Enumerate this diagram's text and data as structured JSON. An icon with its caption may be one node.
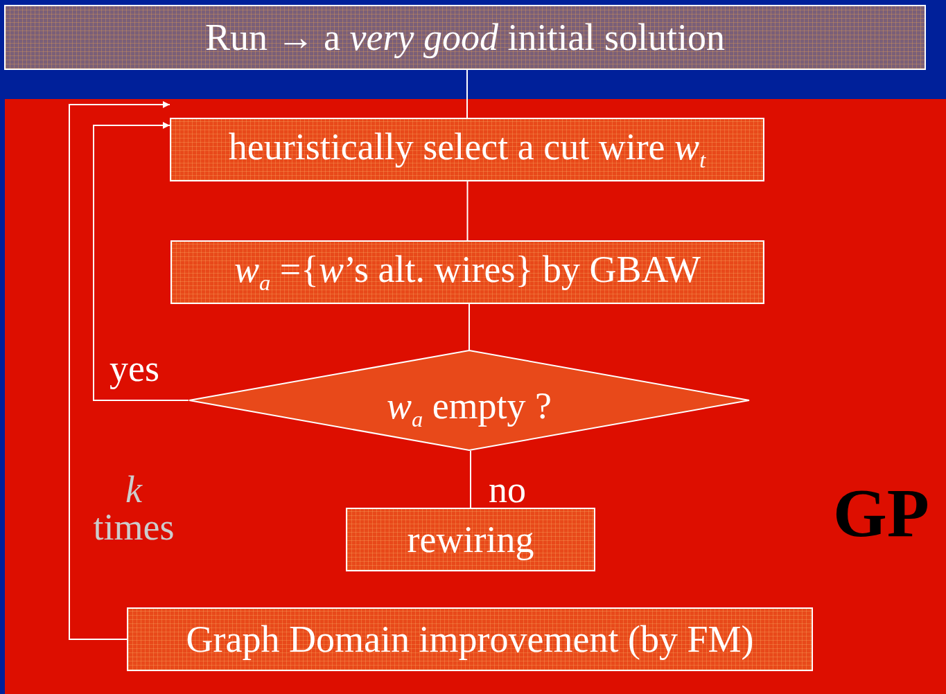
{
  "diagram": {
    "nodes": [
      {
        "text": [
          "Run → a *very good* initial solution"
        ]
      },
      {
        "text": [
          "GP"
        ]
      },
      {
        "text": [
          "heuristically select a cut wire *w*$_{t}$"
        ],
        "in": 1
      },
      {
        "text": [
          "*w*$_{a}$ ={*w*’s alt. wires} by GBAW"
        ],
        "in": 1
      },
      {
        "text": [
          "*w*$_{a}$ empty ?"
        ],
        "in": 1
      },
      {
        "text": [
          "rewiring"
        ],
        "in": 1
      },
      {
        "text": [
          "Graph Domain improvement (by FM)"
        ],
        "in": 1
      }
    ],
    "edges": [
      {
        "from": 0,
        "to": 2,
        "arrow": "none"
      },
      {
        "from": 2,
        "to": 3,
        "arrow": "none"
      },
      {
        "from": 3,
        "to": 4,
        "arrow": "none"
      },
      {
        "from": 4,
        "to": 5,
        "arrow": "none",
        "label": "no"
      },
      {
        "from": 4,
        "to": 2,
        "arrow": "to",
        "label": "yes"
      },
      {
        "from": 6,
        "to": 2,
        "arrow": "to"
      }
    ],
    "labels": [
      "*k* times"
    ]
  }
}
